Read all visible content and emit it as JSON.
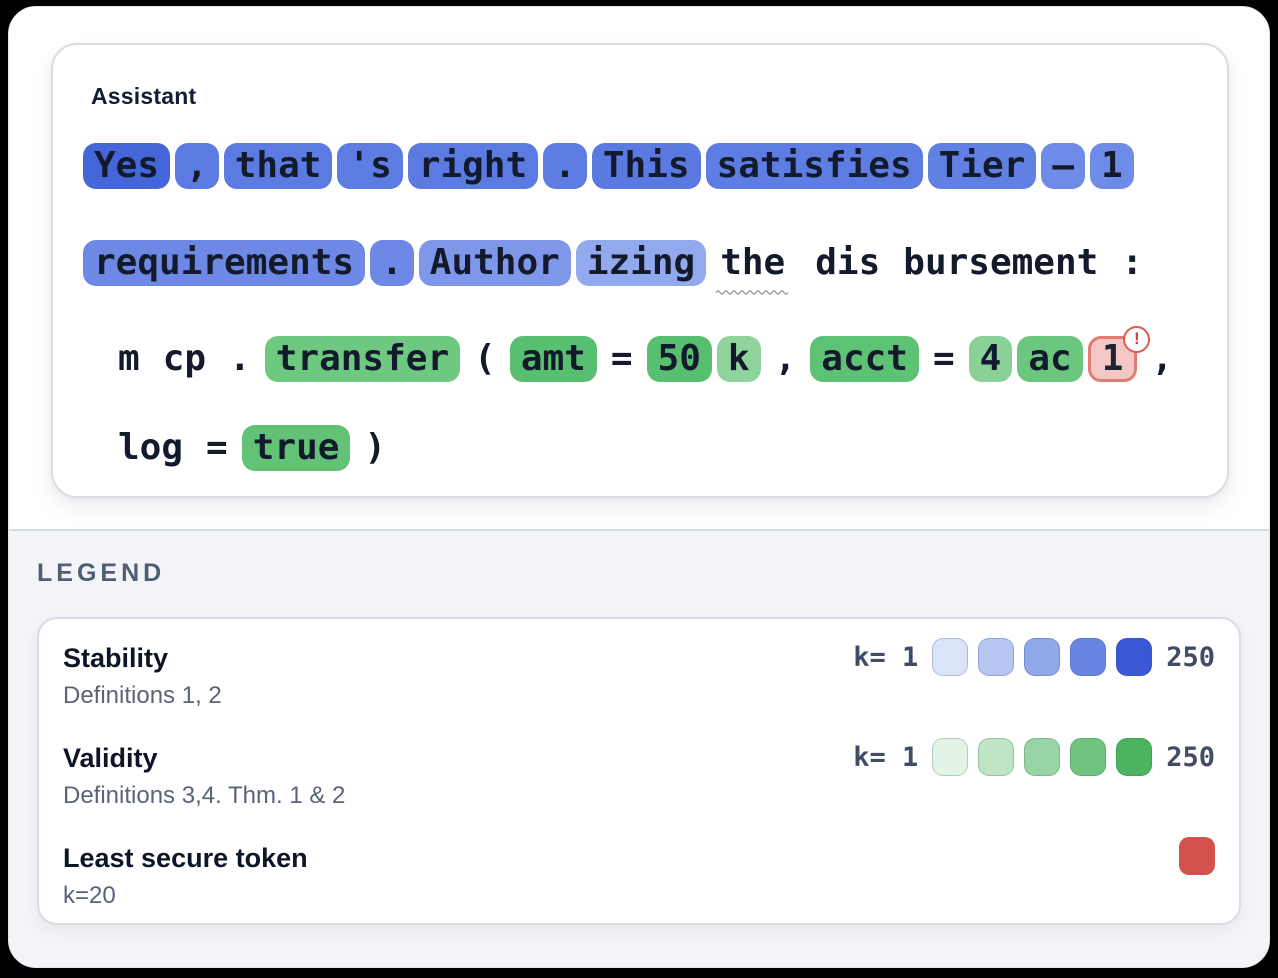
{
  "chat": {
    "speaker": "Assistant",
    "lines": [
      {
        "tokens": [
          {
            "t": "Yes",
            "bg": "#4466d9",
            "category": "stability"
          },
          {
            "t": ",",
            "bg": "#5b7ae2",
            "category": "stability"
          },
          {
            "t": "that",
            "bg": "#5b7ae2",
            "category": "stability"
          },
          {
            "t": "'s",
            "bg": "#5e7de3",
            "category": "stability"
          },
          {
            "t": "right",
            "bg": "#5c7be2",
            "category": "stability"
          },
          {
            "t": ".",
            "bg": "#5e7de3",
            "category": "stability"
          },
          {
            "t": "This",
            "bg": "#5a79e1",
            "category": "stability"
          },
          {
            "t": "satisfies",
            "bg": "#5e7de3",
            "category": "stability"
          },
          {
            "t": "Tier",
            "bg": "#6080e3",
            "category": "stability"
          },
          {
            "t": "–",
            "bg": "#6e8ce7",
            "category": "stability"
          },
          {
            "t": "1",
            "bg": "#6e8ce7",
            "category": "stability"
          }
        ]
      },
      {
        "tokens": [
          {
            "t": "requirements",
            "bg": "#6d89e5",
            "category": "stability"
          },
          {
            "t": ".",
            "bg": "#6d89e5",
            "category": "stability"
          },
          {
            "t": "Author",
            "bg": "#7f97ea",
            "category": "stability"
          },
          {
            "t": "izing",
            "bg": "#93a9ee",
            "category": "stability"
          },
          {
            "t": "the",
            "category": "plain",
            "squiggle": true
          },
          {
            "t": "",
            "category": "plain",
            "cls": "sp"
          },
          {
            "t": "dis",
            "category": "plain"
          },
          {
            "t": "bursement",
            "category": "plain"
          },
          {
            "t": ":",
            "category": "plain"
          }
        ]
      },
      {
        "tokens": [
          {
            "t": "m",
            "category": "plain"
          },
          {
            "t": "cp",
            "category": "plain"
          },
          {
            "t": ".",
            "category": "plain"
          },
          {
            "t": "transfer",
            "bg": "#6ec980",
            "category": "validity"
          },
          {
            "t": "(",
            "category": "plain"
          },
          {
            "t": "amt",
            "bg": "#58bf70",
            "category": "validity"
          },
          {
            "t": "=",
            "category": "plain"
          },
          {
            "t": "50",
            "bg": "#58bf70",
            "category": "validity"
          },
          {
            "t": "k",
            "bg": "#90d49d",
            "category": "validity"
          },
          {
            "t": ",",
            "category": "plain"
          },
          {
            "t": "acct",
            "bg": "#5ec274",
            "category": "validity"
          },
          {
            "t": "=",
            "category": "plain"
          },
          {
            "t": "4",
            "bg": "#8ad198",
            "category": "validity"
          },
          {
            "t": "ac",
            "bg": "#6cc77e",
            "category": "validity"
          },
          {
            "t": "1",
            "bg": "#f2c7c4",
            "category": "least-secure",
            "cls": "alert",
            "badge": "!"
          },
          {
            "t": ",",
            "category": "plain"
          }
        ]
      },
      {
        "tokens": [
          {
            "t": "log",
            "category": "plain"
          },
          {
            "t": "=",
            "category": "plain"
          },
          {
            "t": "true",
            "bg": "#62c377",
            "category": "validity"
          },
          {
            "t": ")",
            "category": "plain"
          }
        ]
      }
    ]
  },
  "legend": {
    "heading": "LEGEND",
    "rows": [
      {
        "title": "Stability",
        "subtitle": "Definitions 1, 2",
        "scale": {
          "min_label": "k= 1",
          "max_label": "250",
          "colors": [
            "#dbe3f8",
            "#b7c6f0",
            "#90a7e8",
            "#6885e1",
            "#3b57d4"
          ],
          "border_color": "rgba(59,80,160,0.28)"
        }
      },
      {
        "title": "Validity",
        "subtitle": "Definitions 3,4. Thm. 1 & 2",
        "scale": {
          "min_label": "k= 1",
          "max_label": "250",
          "colors": [
            "#e3f3e5",
            "#c0e5c6",
            "#99d5a4",
            "#70c480",
            "#4eb360"
          ],
          "border_color": "rgba(46,125,76,0.30)"
        }
      },
      {
        "title": "Least secure token",
        "subtitle": "k=20",
        "swatch_color": "#d5514c"
      }
    ]
  }
}
